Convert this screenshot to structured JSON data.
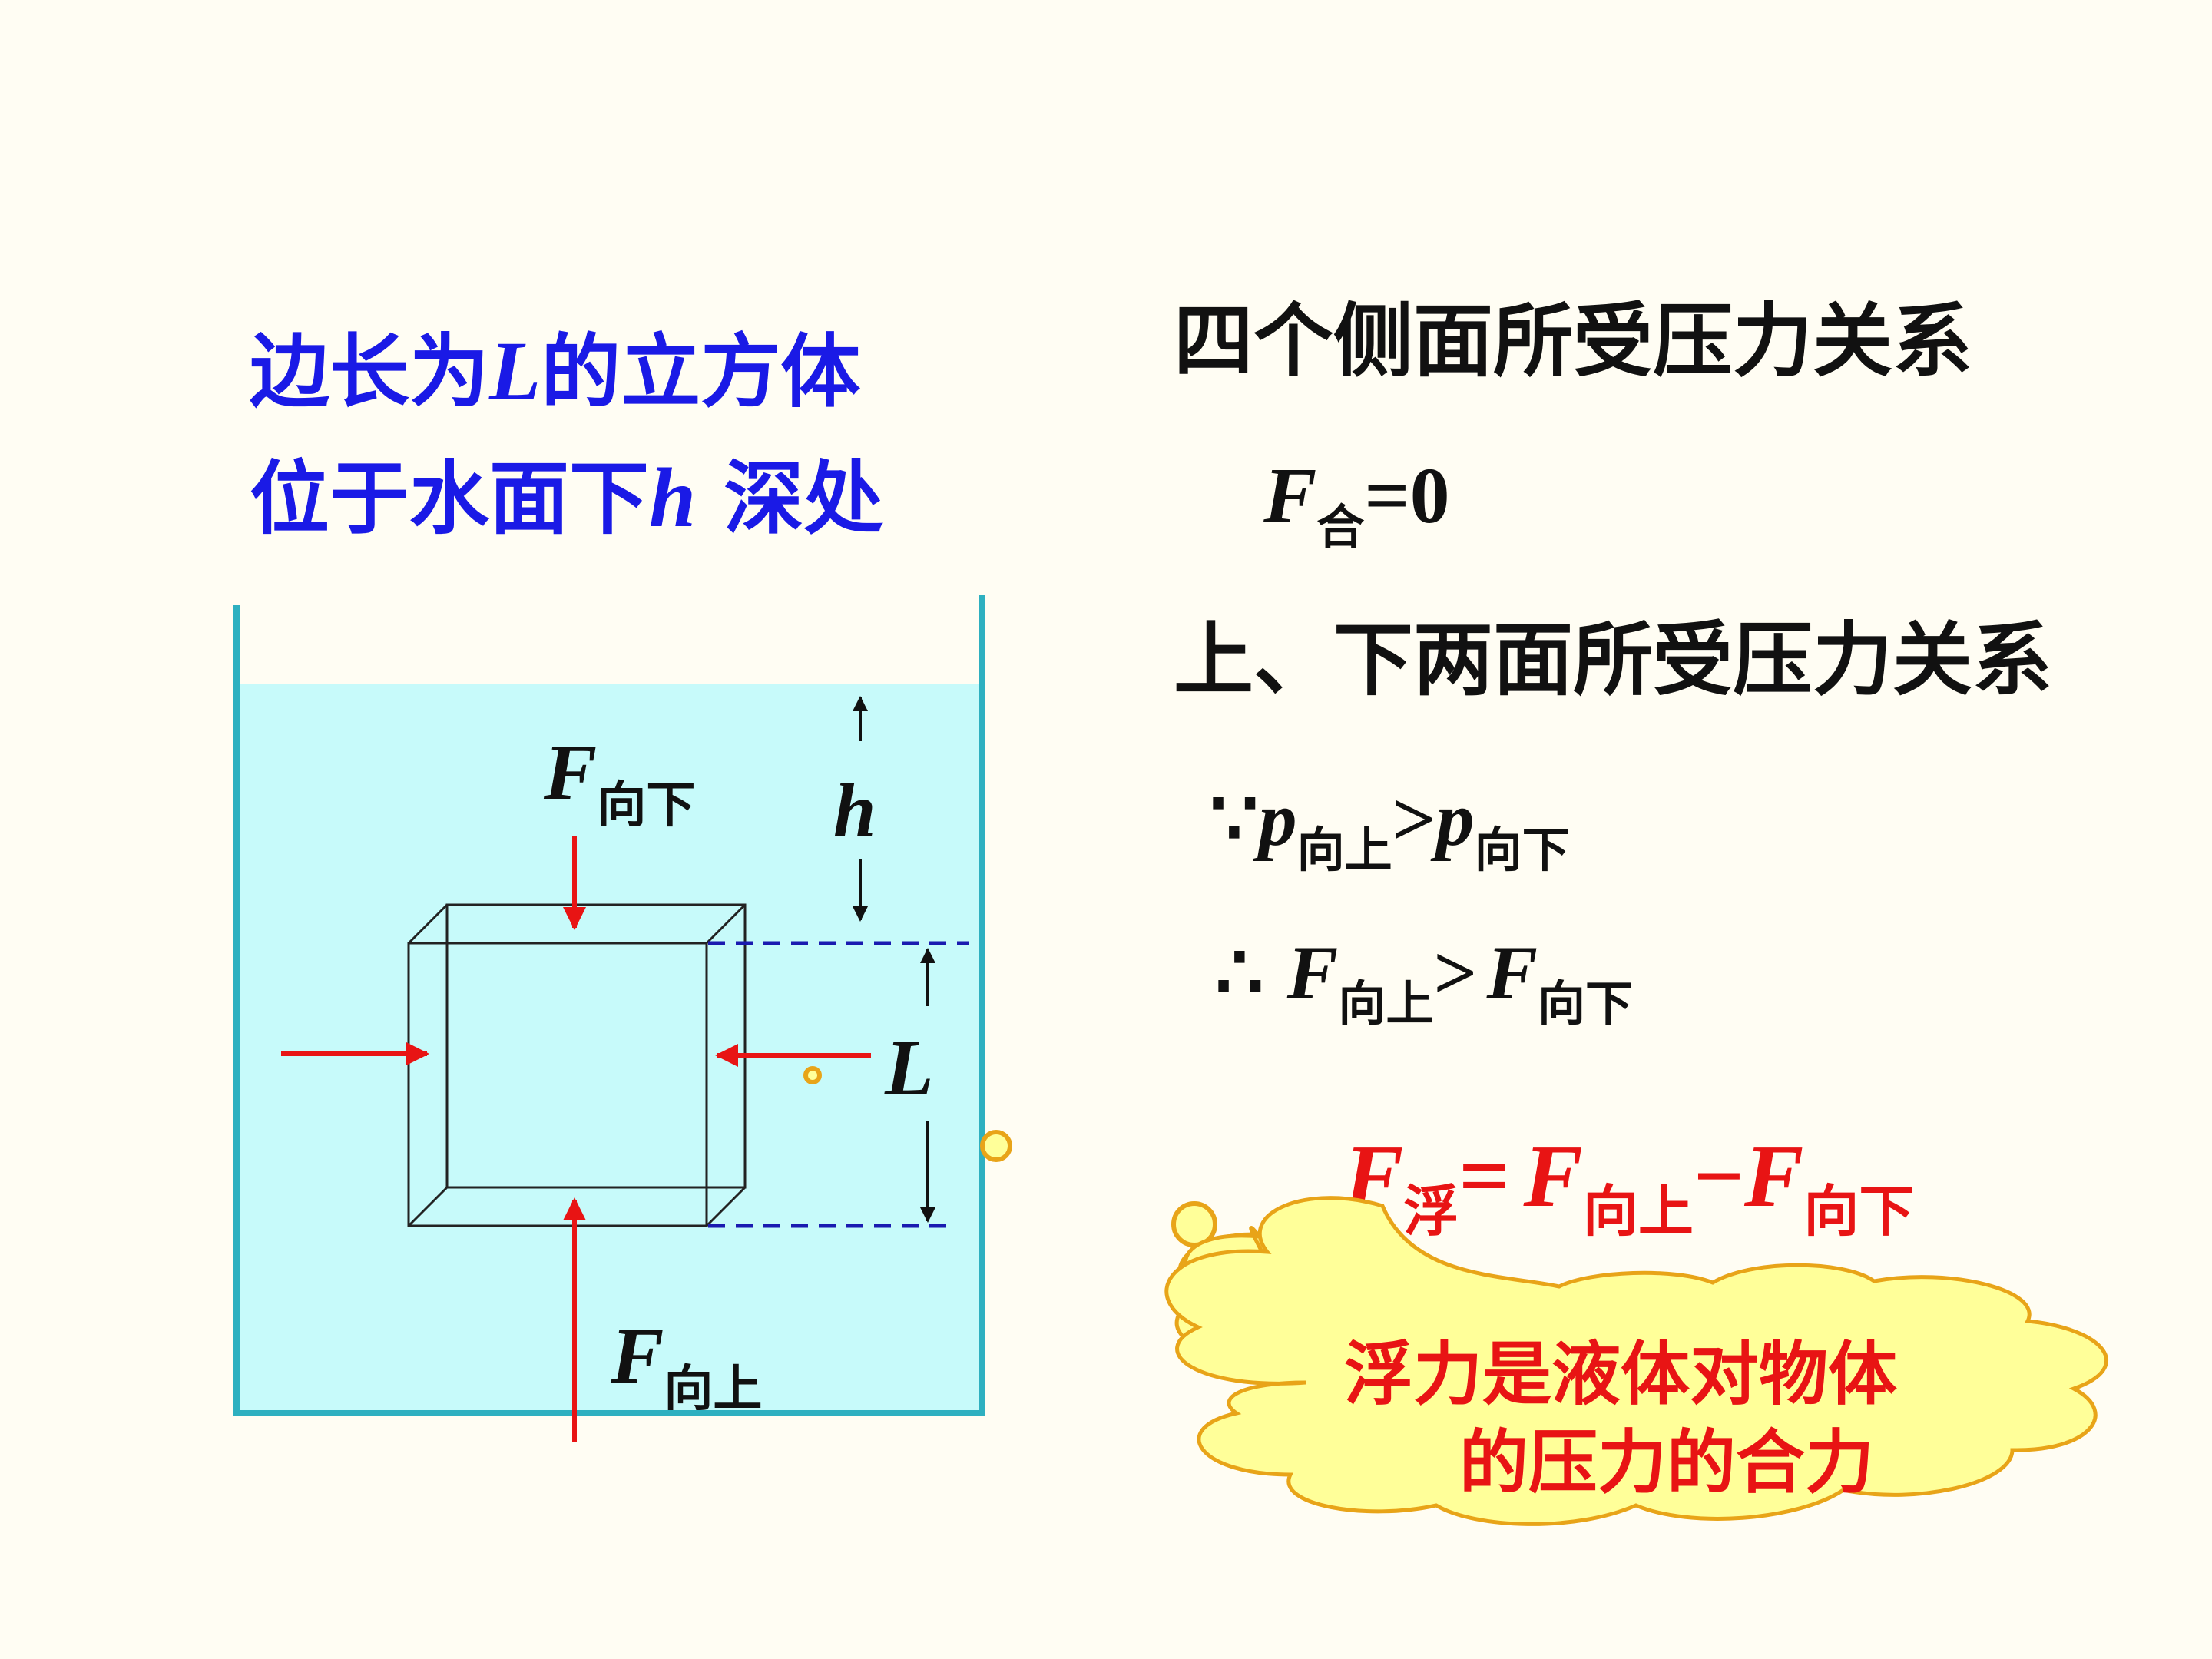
{
  "left_heading": {
    "line1_prefix": "边长为",
    "line1_var": "L",
    "line1_suffix": "的立方体",
    "line2_prefix": "位于水面下",
    "line2_var": "h",
    "line2_suffix": " 深处"
  },
  "diagram": {
    "label_down_F": "F",
    "label_down_sub": "向下",
    "label_up_F": "F",
    "label_up_sub": "向上",
    "label_h": "h",
    "label_L": "L"
  },
  "right": {
    "side_title": "四个侧面所受压力关系",
    "f_he_F": "F",
    "f_he_sub": "合",
    "f_he_eq": "=0",
    "updown_title": "上、下两面所受压力关系",
    "because_sym": "∵",
    "p_sym": "p",
    "p_up_sub": "向上",
    "gt": ">",
    "p_down_sub": "向下",
    "therefore_sym": "∴",
    "F_sym": "F",
    "F_up_sub": "向上",
    "F_down_sub": "向下"
  },
  "formula": {
    "F": "F",
    "fu_sub": "浮",
    "eq": "=",
    "up_sub": "向上",
    "minus": "−",
    "down_sub": "向下"
  },
  "cloud": {
    "line1": "浮力是液体对物体",
    "line2": "的压力的合力"
  },
  "colors": {
    "background": "#FFFDF3",
    "water": "#C7FAFA",
    "tank_wall": "#2EB0C0",
    "arrow_red": "#E81414",
    "heading_blue": "#1A1AE6",
    "formula_red": "#E81414",
    "cloud_fill": "#FFFF99",
    "cloud_stroke": "#E8A418",
    "dash_blue": "#1A1AB0"
  }
}
